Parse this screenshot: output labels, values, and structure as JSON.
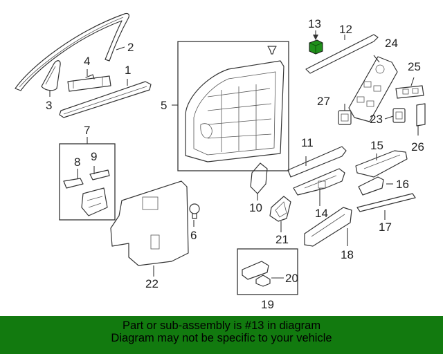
{
  "diagram": {
    "callouts": [
      "1",
      "2",
      "3",
      "4",
      "5",
      "6",
      "7",
      "8",
      "9",
      "10",
      "11",
      "12",
      "13",
      "14",
      "15",
      "16",
      "17",
      "18",
      "19",
      "20",
      "21",
      "22",
      "23",
      "24",
      "25",
      "26",
      "27"
    ],
    "highlight_color": "#1f8f1a",
    "highlighted_part": "13"
  },
  "banner": {
    "line1": "Part or sub-assembly is #13 in diagram",
    "line2": "Diagram may not be specific to your vehicle",
    "background": "#127a0f"
  }
}
